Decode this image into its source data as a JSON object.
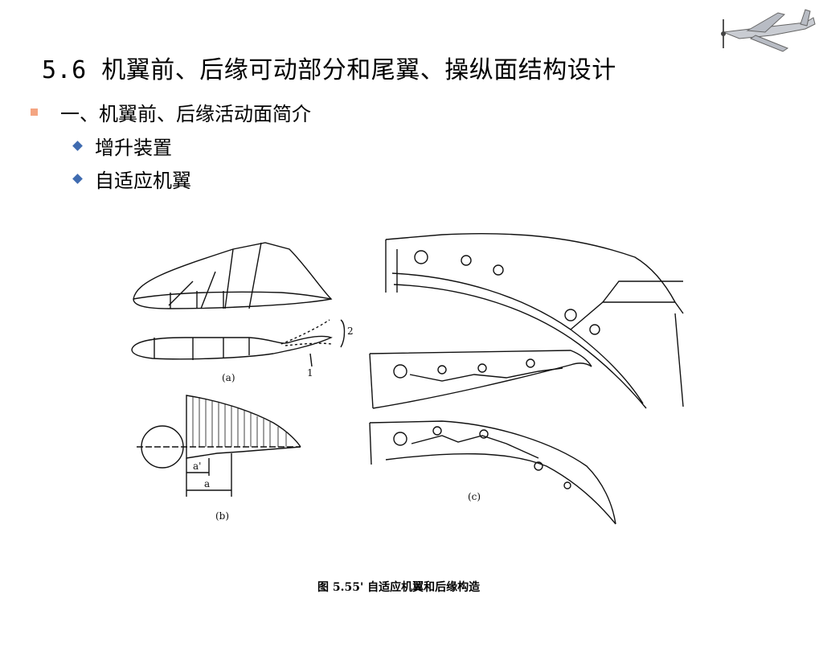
{
  "slide": {
    "title": "5.6 机翼前、后缘可动部分和尾翼、操纵面结构设计",
    "bullets": [
      {
        "text": "一、机翼前、后缘活动面简介",
        "level": 1
      },
      {
        "text": "增升装置",
        "level": 2
      },
      {
        "text": "自适应机翼",
        "level": 2
      }
    ]
  },
  "figure": {
    "labels": {
      "a": "(a)",
      "b": "(b)",
      "c": "(c)",
      "n1": "1",
      "n2": "2",
      "dim_a_prime": "a'",
      "dim_a": "a"
    },
    "caption": "图 5.55'  自适应机翼和后缘构造"
  },
  "colors": {
    "bullet_l1": "#f4a582",
    "bullet_l2": "#3f6bb0"
  },
  "icons": {
    "logo": "airplane-icon"
  }
}
